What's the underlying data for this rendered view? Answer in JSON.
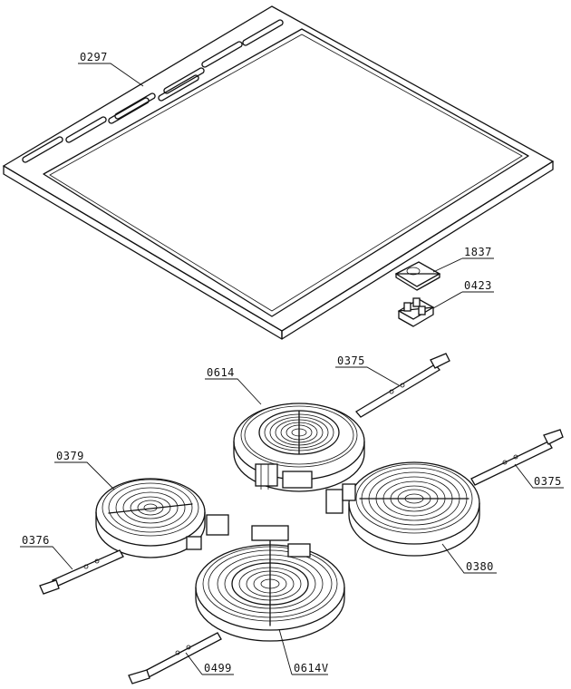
{
  "labels": {
    "p0297": "0297",
    "p1837": "1837",
    "p0423": "0423",
    "p0614": "0614",
    "p0375a": "0375",
    "p0375b": "0375",
    "p0379": "0379",
    "p0376": "0376",
    "p0380": "0380",
    "p0499": "0499",
    "p0614v": "0614V"
  }
}
